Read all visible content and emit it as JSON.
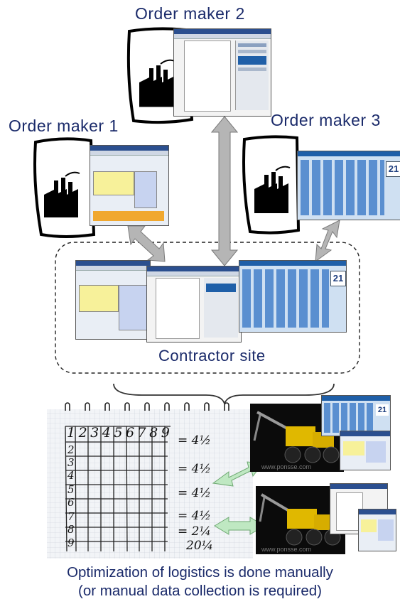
{
  "labels": {
    "order_maker_1": "Order maker 1",
    "order_maker_2": "Order maker 2",
    "order_maker_3": "Order maker 3",
    "contractor_site": "Contractor site"
  },
  "calendar_day": "21",
  "sheet": {
    "header_digits": "123456789",
    "row_numbers": [
      "2",
      "3",
      "4",
      "5",
      "6",
      "7",
      "8",
      "9"
    ],
    "sums": [
      "= 4½",
      "= 4½",
      "= 4½",
      "= 4½",
      "= 2¼",
      "20¼"
    ]
  },
  "watermark": "www.ponsse.com",
  "caption": {
    "line1": "Optimization of logistics is done manually",
    "line2": "(or manual data collection is required)"
  },
  "colors": {
    "text": "#1a2a6a",
    "arrow_gray": "#b5b5b5",
    "arrow_green": "#bfe8c2",
    "machine_yellow": "#e0b800",
    "screen_blue": "#1f5fa8"
  }
}
